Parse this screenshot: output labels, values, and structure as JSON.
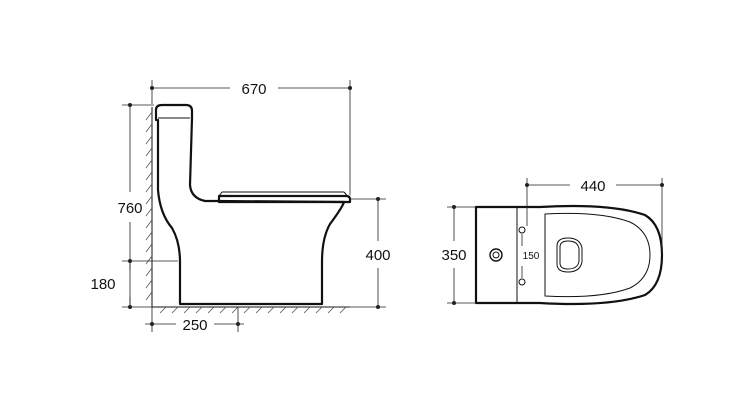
{
  "side_view": {
    "width_label": "670",
    "height_label": "760",
    "rough_in_label": "180",
    "seat_height_label": "400",
    "wall_distance_label": "250"
  },
  "top_view": {
    "length_label": "440",
    "width_label": "350",
    "bolt_spacing_label": "150"
  }
}
